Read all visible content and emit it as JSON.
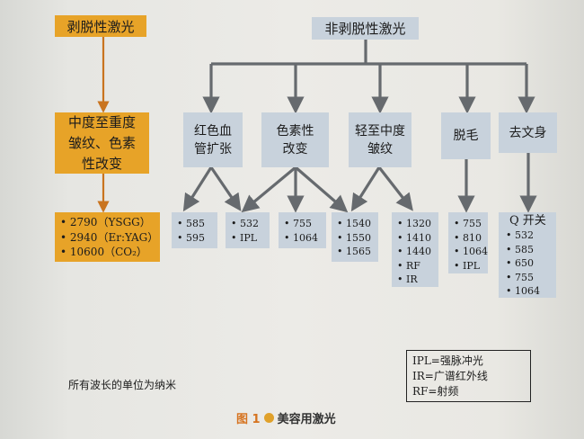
{
  "ablative": {
    "title": "剥脱性激光",
    "indication": "中度至重度皱纹、色素性改变",
    "wavelengths": [
      "2790（YSGG）",
      "2940（Er:YAG）",
      "10600（CO₂）"
    ]
  },
  "non_ablative": {
    "title": "非剥脱性激光",
    "categories": [
      {
        "id": "vascular",
        "label": "红色血管扩张"
      },
      {
        "id": "pigment",
        "label": "色素性改变"
      },
      {
        "id": "wrinkle",
        "label": "轻至中度皱纹"
      },
      {
        "id": "hair",
        "label": "脱毛"
      },
      {
        "id": "tattoo",
        "label": "去文身"
      }
    ],
    "wavelength_groups": [
      {
        "id": "g1",
        "items": [
          "585",
          "595"
        ]
      },
      {
        "id": "g2",
        "items": [
          "532",
          "IPL"
        ]
      },
      {
        "id": "g3",
        "items": [
          "755",
          "1064"
        ]
      },
      {
        "id": "g4",
        "items": [
          "1540",
          "1550",
          "1565"
        ]
      },
      {
        "id": "g5",
        "items": [
          "1320",
          "1410",
          "1440",
          "RF",
          "IR"
        ]
      },
      {
        "id": "g6",
        "items": [
          "755",
          "810",
          "1064",
          "IPL"
        ]
      },
      {
        "id": "g7",
        "title": "Q 开关",
        "items": [
          "532",
          "585",
          "650",
          "755",
          "1064"
        ]
      }
    ]
  },
  "legend": [
    "IPL=强脉冲光",
    "IR=广谱红外线",
    "RF=射频"
  ],
  "note": "所有波长的单位为纳米",
  "caption": {
    "figure": "图 1",
    "text": "美容用激光"
  },
  "colors": {
    "orange": "#e7a328",
    "arrow": "#c9741f",
    "blue_box": "#c8d2dc",
    "connector": "#666a6e"
  }
}
